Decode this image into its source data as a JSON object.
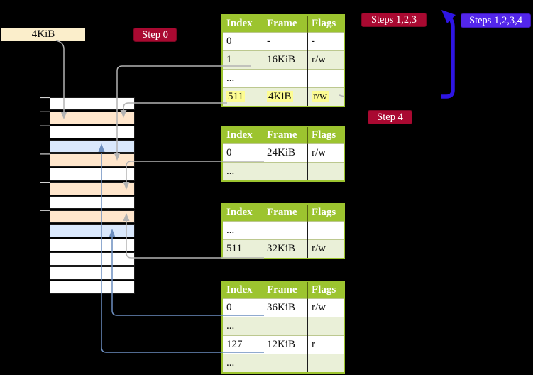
{
  "page_size_box": {
    "label": "4KiB"
  },
  "badges": {
    "step0": "Step 0",
    "steps123": "Steps 1,2,3",
    "steps1234": "Steps 1,2,3,4",
    "step4": "Step 4"
  },
  "table_headers": [
    "Index",
    "Frame",
    "Flags"
  ],
  "tables": [
    {
      "level": "table-1",
      "headers": [
        "Index",
        "Frame",
        "Flags"
      ],
      "rows": [
        {
          "shade": "white",
          "highlight": false,
          "cells": [
            "0",
            "-",
            "-"
          ]
        },
        {
          "shade": "green",
          "highlight": false,
          "cells": [
            "1",
            "16KiB",
            "r/w"
          ]
        },
        {
          "shade": "white",
          "highlight": false,
          "cells": [
            "...",
            "",
            ""
          ]
        },
        {
          "shade": "green",
          "highlight": true,
          "cells": [
            "511",
            "4KiB",
            "r/w"
          ]
        }
      ]
    },
    {
      "level": "table-2",
      "headers": [
        "Index",
        "Frame",
        "Flags"
      ],
      "rows": [
        {
          "shade": "white",
          "highlight": false,
          "cells": [
            "0",
            "24KiB",
            "r/w"
          ]
        },
        {
          "shade": "green",
          "highlight": false,
          "cells": [
            "...",
            "",
            ""
          ]
        }
      ]
    },
    {
      "level": "table-3",
      "headers": [
        "Index",
        "Frame",
        "Flags"
      ],
      "rows": [
        {
          "shade": "white",
          "highlight": false,
          "cells": [
            "...",
            "",
            ""
          ]
        },
        {
          "shade": "green",
          "highlight": false,
          "cells": [
            "511",
            "32KiB",
            "r/w"
          ]
        }
      ]
    },
    {
      "level": "table-4",
      "headers": [
        "Index",
        "Frame",
        "Flags"
      ],
      "rows": [
        {
          "shade": "white",
          "highlight": false,
          "cells": [
            "0",
            "36KiB",
            "r/w"
          ]
        },
        {
          "shade": "green",
          "highlight": false,
          "cells": [
            "...",
            "",
            ""
          ]
        },
        {
          "shade": "white",
          "highlight": false,
          "cells": [
            "127",
            "12KiB",
            "r"
          ]
        },
        {
          "shade": "green",
          "highlight": false,
          "cells": [
            "...",
            "",
            ""
          ]
        }
      ]
    }
  ],
  "memory": {
    "rows": [
      "free",
      "page-table",
      "free",
      "mapped-page",
      "page-table",
      "free",
      "page-table",
      "free",
      "page-table",
      "mapped-page",
      "free",
      "free",
      "free",
      "free"
    ]
  },
  "colors": {
    "background": "#000000",
    "table_header_green": "#9CC42F",
    "table_row_green": "#EAF0D8",
    "memory_page_table": "#FFE6CC",
    "memory_mapped_page": "#DAE8FC",
    "highlight_yellow": "#FDFC92",
    "badge_red": "#A90931",
    "badge_violet": "#5326EB",
    "loop_arrow_blue": "#2E15E3",
    "connector_gray": "#b3b3b3",
    "connector_blue": "#6C8EBF",
    "register_box_cream": "#FBEECB"
  }
}
